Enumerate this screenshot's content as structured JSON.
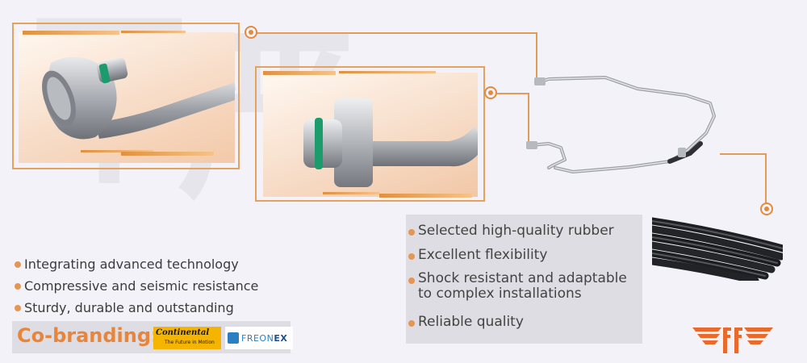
{
  "left_features": [
    {
      "text": "Integrating advanced technology"
    },
    {
      "text": "Compressive and seismic resistance"
    },
    {
      "text": "Sturdy, durable and outstanding"
    }
  ],
  "right_features": [
    {
      "text": "Selected high-quality rubber"
    },
    {
      "text": "Excellent flexibility"
    },
    {
      "text": "Shock resistant and adaptable to complex installations"
    },
    {
      "text": "Reliable quality"
    }
  ],
  "cobranding": {
    "label": "Co-branding:",
    "continental_name": "Continental",
    "continental_tagline": "The Future in Motion",
    "freonex_a": "FREON",
    "freonex_b": "EX"
  },
  "colors": {
    "accent": "#e69552",
    "frame": "#e3a25e",
    "panel": "#dedde3",
    "text": "#3c3c3c"
  },
  "icons": [
    "target-icon",
    "bullet-dot-icon",
    "brand-logo-icon"
  ]
}
